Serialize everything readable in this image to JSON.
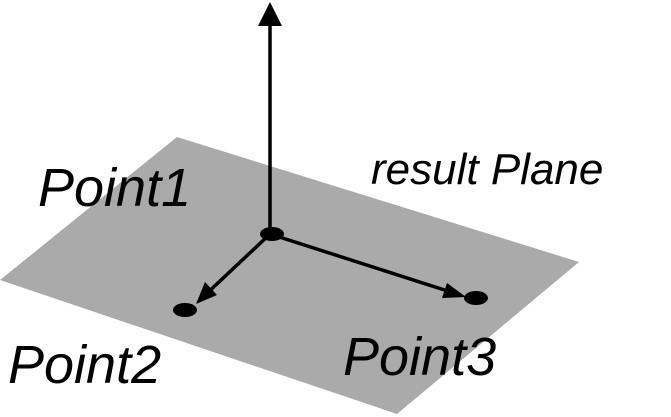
{
  "labels": {
    "point1": "Point1",
    "point2": "Point2",
    "point3": "Point3",
    "plane": "result Plane"
  },
  "colors": {
    "plane_fill": "#aaaaaa",
    "ink": "#000000",
    "background": "#ffffff"
  }
}
